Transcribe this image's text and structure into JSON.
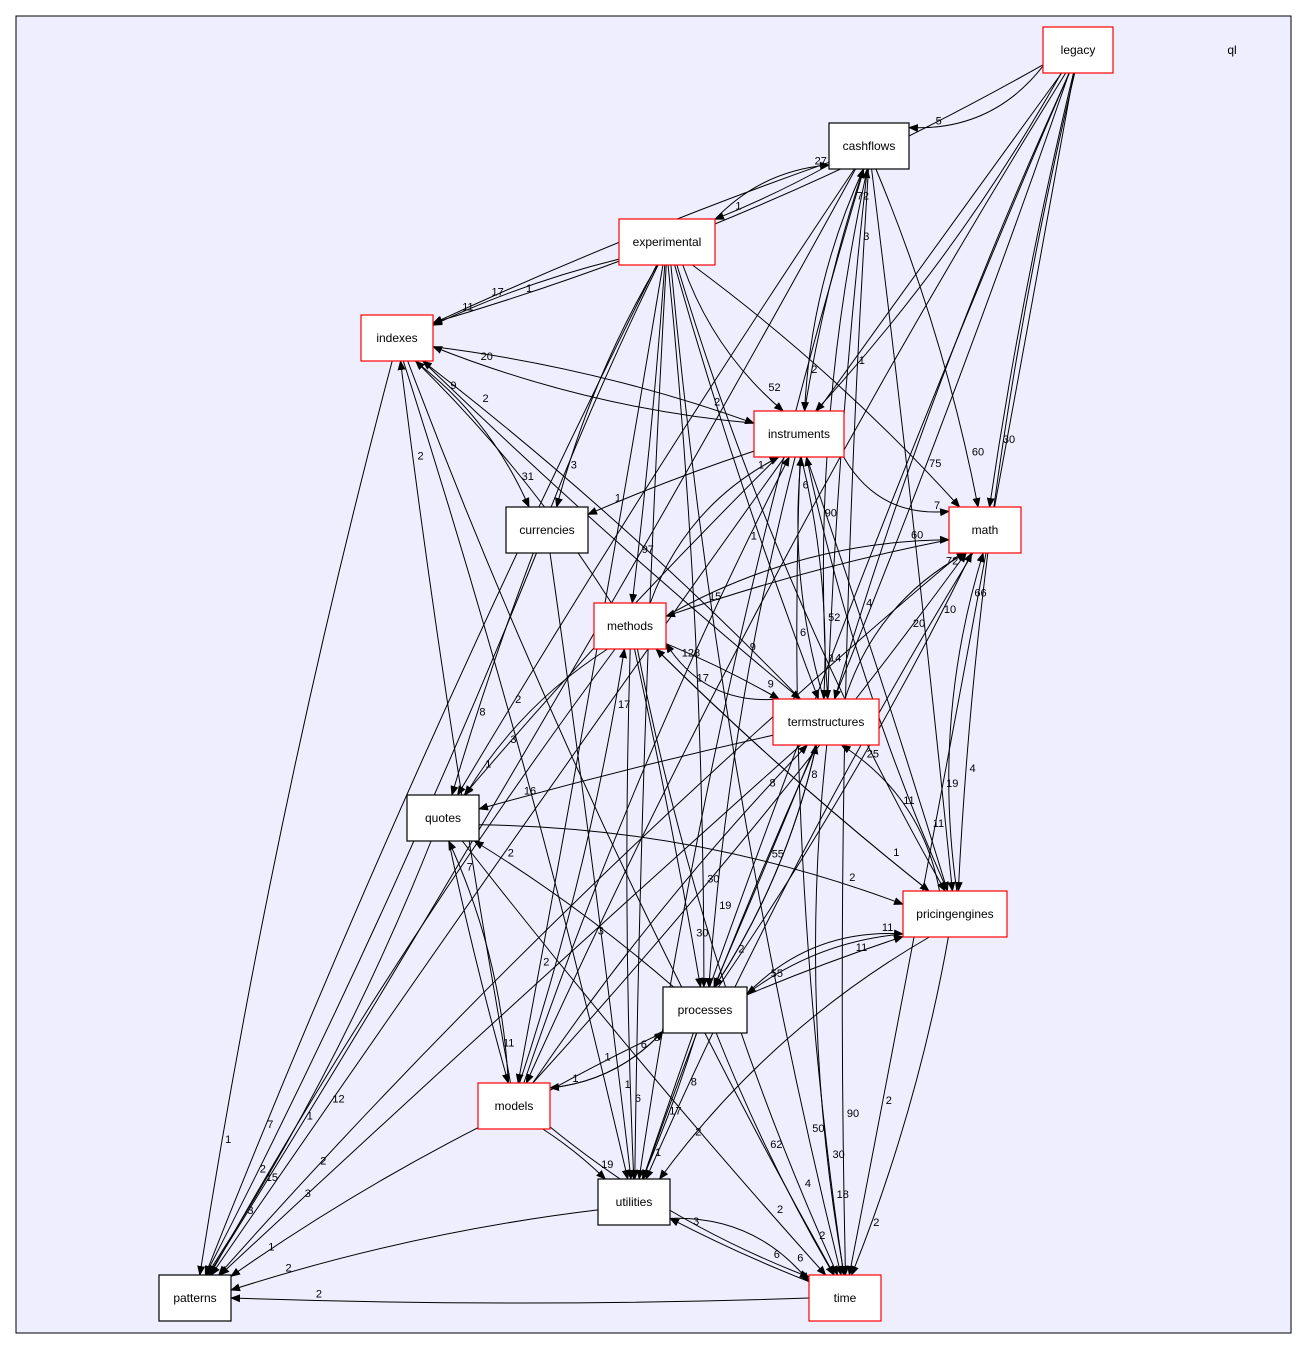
{
  "cluster": {
    "label": "ql",
    "fill": "#eeeeff",
    "stroke": "#000000"
  },
  "colors": {
    "normal_border": "#000000",
    "linked_border": "#ff0000",
    "edge": "#000000"
  },
  "nodes": [
    {
      "id": "legacy",
      "label": "legacy",
      "border": "red"
    },
    {
      "id": "cashflows",
      "label": "cashflows",
      "border": "black"
    },
    {
      "id": "experimental",
      "label": "experimental",
      "border": "red"
    },
    {
      "id": "indexes",
      "label": "indexes",
      "border": "red"
    },
    {
      "id": "instruments",
      "label": "instruments",
      "border": "red"
    },
    {
      "id": "currencies",
      "label": "currencies",
      "border": "black"
    },
    {
      "id": "math",
      "label": "math",
      "border": "red"
    },
    {
      "id": "methods",
      "label": "methods",
      "border": "red"
    },
    {
      "id": "termstructures",
      "label": "termstructures",
      "border": "red"
    },
    {
      "id": "quotes",
      "label": "quotes",
      "border": "black"
    },
    {
      "id": "pricingengines",
      "label": "pricingengines",
      "border": "red"
    },
    {
      "id": "processes",
      "label": "processes",
      "border": "black"
    },
    {
      "id": "models",
      "label": "models",
      "border": "red"
    },
    {
      "id": "utilities",
      "label": "utilities",
      "border": "black"
    },
    {
      "id": "patterns",
      "label": "patterns",
      "border": "black"
    },
    {
      "id": "time",
      "label": "time",
      "border": "red"
    }
  ],
  "edges": [
    {
      "from": "legacy",
      "to": "cashflows",
      "label": "5"
    },
    {
      "from": "legacy",
      "to": "instruments",
      "label": "1"
    },
    {
      "from": "legacy",
      "to": "math",
      "label": "30"
    },
    {
      "from": "legacy",
      "to": "termstructures",
      "label": "4"
    },
    {
      "from": "legacy",
      "to": "pricingengines",
      "label": "4"
    },
    {
      "from": "legacy",
      "to": "indexes",
      "label": "1"
    },
    {
      "from": "legacy",
      "to": "time",
      "label": "2"
    },
    {
      "from": "legacy",
      "to": "patterns",
      "label": "12"
    },
    {
      "from": "legacy",
      "to": "utilities",
      "label": "8"
    },
    {
      "from": "legacy",
      "to": "models",
      "label": "3"
    },
    {
      "from": "legacy",
      "to": "processes",
      "label": "55"
    },
    {
      "from": "cashflows",
      "to": "experimental",
      "label": "1"
    },
    {
      "from": "cashflows",
      "to": "indexes",
      "label": "17"
    },
    {
      "from": "cashflows",
      "to": "instruments",
      "label": "2"
    },
    {
      "from": "cashflows",
      "to": "termstructures",
      "label": "52"
    },
    {
      "from": "cashflows",
      "to": "math",
      "label": "60"
    },
    {
      "from": "cashflows",
      "to": "pricingengines",
      "label": "19"
    },
    {
      "from": "cashflows",
      "to": "quotes",
      "label": "2"
    },
    {
      "from": "cashflows",
      "to": "time",
      "label": "90"
    },
    {
      "from": "cashflows",
      "to": "utilities",
      "label": "4"
    },
    {
      "from": "cashflows",
      "to": "patterns",
      "label": "1"
    },
    {
      "from": "experimental",
      "to": "cashflows",
      "label": "27"
    },
    {
      "from": "experimental",
      "to": "indexes",
      "label": "11"
    },
    {
      "from": "experimental",
      "to": "instruments",
      "label": "52"
    },
    {
      "from": "experimental",
      "to": "currencies",
      "label": "3"
    },
    {
      "from": "experimental",
      "to": "math",
      "label": "75"
    },
    {
      "from": "experimental",
      "to": "methods",
      "label": "97"
    },
    {
      "from": "experimental",
      "to": "termstructures",
      "label": "6"
    },
    {
      "from": "experimental",
      "to": "quotes",
      "label": "8"
    },
    {
      "from": "experimental",
      "to": "pricingengines",
      "label": "11"
    },
    {
      "from": "experimental",
      "to": "processes",
      "label": "30"
    },
    {
      "from": "experimental",
      "to": "models",
      "label": "2"
    },
    {
      "from": "experimental",
      "to": "utilities",
      "label": "6"
    },
    {
      "from": "experimental",
      "to": "patterns",
      "label": "7"
    },
    {
      "from": "experimental",
      "to": "time",
      "label": "50"
    },
    {
      "from": "indexes",
      "to": "instruments",
      "label": "2"
    },
    {
      "from": "indexes",
      "to": "currencies",
      "label": "31"
    },
    {
      "from": "indexes",
      "to": "termstructures",
      "label": "9"
    },
    {
      "from": "indexes",
      "to": "patterns",
      "label": "1"
    },
    {
      "from": "indexes",
      "to": "time",
      "label": "62"
    },
    {
      "from": "indexes",
      "to": "utilities",
      "label": "1"
    },
    {
      "from": "instruments",
      "to": "indexes",
      "label": "20"
    },
    {
      "from": "instruments",
      "to": "cashflows",
      "label": "72"
    },
    {
      "from": "instruments",
      "to": "currencies",
      "label": "1"
    },
    {
      "from": "instruments",
      "to": "math",
      "label": "7"
    },
    {
      "from": "instruments",
      "to": "termstructures",
      "label": "14"
    },
    {
      "from": "instruments",
      "to": "pricingengines",
      "label": "11"
    },
    {
      "from": "instruments",
      "to": "quotes",
      "label": "3"
    },
    {
      "from": "instruments",
      "to": "processes",
      "label": "19"
    },
    {
      "from": "instruments",
      "to": "time",
      "label": "30"
    },
    {
      "from": "currencies",
      "to": "patterns",
      "label": "2"
    },
    {
      "from": "currencies",
      "to": "utilities",
      "label": "1"
    },
    {
      "from": "math",
      "to": "methods",
      "label": "15"
    },
    {
      "from": "math",
      "to": "utilities",
      "label": "8"
    },
    {
      "from": "math",
      "to": "patterns",
      "label": "2"
    },
    {
      "from": "methods",
      "to": "math",
      "label": "60"
    },
    {
      "from": "methods",
      "to": "termstructures",
      "label": "9"
    },
    {
      "from": "methods",
      "to": "pricingengines",
      "label": "1"
    },
    {
      "from": "methods",
      "to": "quotes",
      "label": "1"
    },
    {
      "from": "methods",
      "to": "indexes",
      "label": "9"
    },
    {
      "from": "methods",
      "to": "instruments",
      "label": "1"
    },
    {
      "from": "methods",
      "to": "processes",
      "label": "30"
    },
    {
      "from": "methods",
      "to": "utilities",
      "label": "6"
    },
    {
      "from": "methods",
      "to": "patterns",
      "label": "15"
    },
    {
      "from": "methods",
      "to": "time",
      "label": "4"
    },
    {
      "from": "termstructures",
      "to": "math",
      "label": "72"
    },
    {
      "from": "termstructures",
      "to": "instruments",
      "label": "6"
    },
    {
      "from": "termstructures",
      "to": "cashflows",
      "label": "3"
    },
    {
      "from": "termstructures",
      "to": "quotes",
      "label": "16"
    },
    {
      "from": "termstructures",
      "to": "indexes",
      "label": "2"
    },
    {
      "from": "termstructures",
      "to": "methods",
      "label": "128"
    },
    {
      "from": "termstructures",
      "to": "processes",
      "label": "2"
    },
    {
      "from": "termstructures",
      "to": "utilities",
      "label": "17"
    },
    {
      "from": "termstructures",
      "to": "patterns",
      "label": "3"
    },
    {
      "from": "termstructures",
      "to": "time",
      "label": "18"
    },
    {
      "from": "quotes",
      "to": "pricingengines",
      "label": "2"
    },
    {
      "from": "quotes",
      "to": "patterns",
      "label": "3"
    },
    {
      "from": "quotes",
      "to": "time",
      "label": "2"
    },
    {
      "from": "quotes",
      "to": "models",
      "label": "11"
    },
    {
      "from": "pricingengines",
      "to": "termstructures",
      "label": "25"
    },
    {
      "from": "pricingengines",
      "to": "math",
      "label": "66"
    },
    {
      "from": "pricingengines",
      "to": "instruments",
      "label": "90"
    },
    {
      "from": "pricingengines",
      "to": "methods",
      "label": "17"
    },
    {
      "from": "pricingengines",
      "to": "processes",
      "label": "55"
    },
    {
      "from": "pricingengines",
      "to": "utilities",
      "label": "2"
    },
    {
      "from": "pricingengines",
      "to": "time",
      "label": "2"
    },
    {
      "from": "processes",
      "to": "models",
      "label": "1"
    },
    {
      "from": "processes",
      "to": "quotes",
      "label": "2"
    },
    {
      "from": "processes",
      "to": "termstructures",
      "label": "8"
    },
    {
      "from": "processes",
      "to": "math",
      "label": "10"
    },
    {
      "from": "processes",
      "to": "pricingengines",
      "label": "11"
    },
    {
      "from": "processes",
      "to": "utilities",
      "label": "1"
    },
    {
      "from": "processes",
      "to": "time",
      "label": "2"
    },
    {
      "from": "models",
      "to": "processes",
      "label": "8"
    },
    {
      "from": "models",
      "to": "methods",
      "label": "17"
    },
    {
      "from": "models",
      "to": "termstructures",
      "label": "8"
    },
    {
      "from": "models",
      "to": "instruments",
      "label": "1"
    },
    {
      "from": "models",
      "to": "indexes",
      "label": "2"
    },
    {
      "from": "models",
      "to": "quotes",
      "label": "7"
    },
    {
      "from": "models",
      "to": "math",
      "label": "20"
    },
    {
      "from": "models",
      "to": "pricingengines",
      "label": "11"
    },
    {
      "from": "models",
      "to": "utilities",
      "label": "19"
    },
    {
      "from": "models",
      "to": "patterns",
      "label": "1"
    },
    {
      "from": "models",
      "to": "time",
      "label": "6"
    },
    {
      "from": "utilities",
      "to": "patterns",
      "label": "2"
    },
    {
      "from": "utilities",
      "to": "time",
      "label": "6"
    },
    {
      "from": "time",
      "to": "utilities",
      "label": "3"
    },
    {
      "from": "time",
      "to": "patterns",
      "label": "2"
    }
  ]
}
